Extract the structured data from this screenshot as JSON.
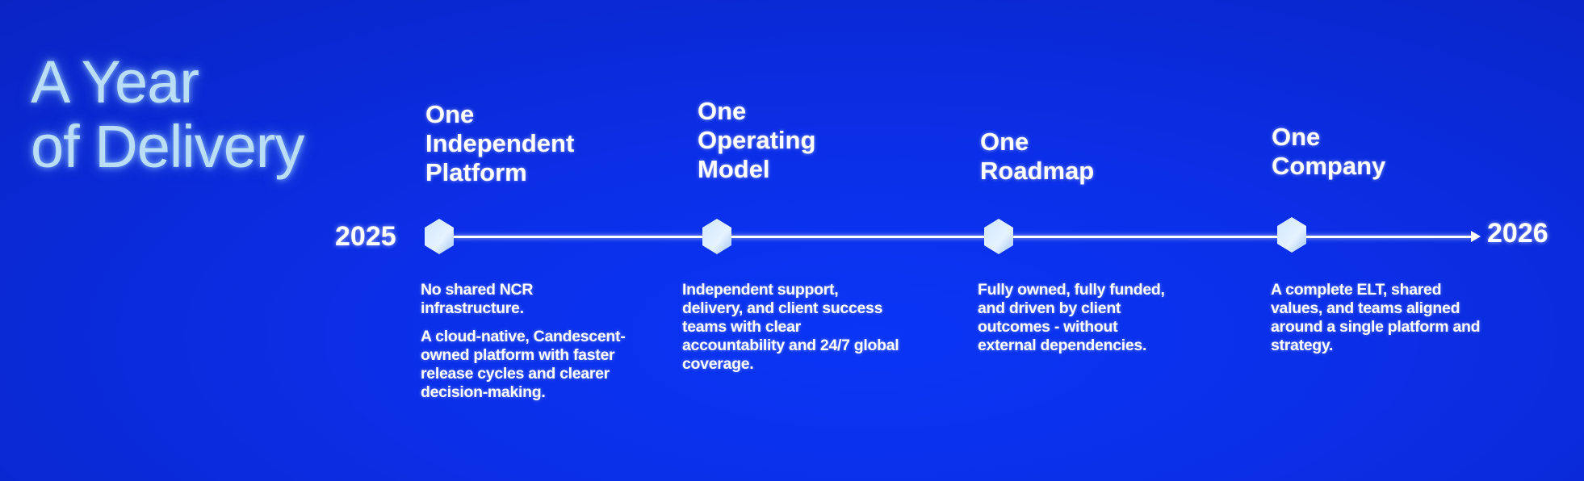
{
  "title": {
    "line1": "A Year",
    "line2": "of Delivery"
  },
  "timeline": {
    "start_year": "2025",
    "end_year": "2026"
  },
  "stages": [
    {
      "title": [
        "One",
        "Independent",
        "Platform"
      ],
      "description": [
        "No shared NCR infrastructure.",
        "A cloud-native, Candescent-owned platform with faster release cycles and clearer decision-making."
      ]
    },
    {
      "title": [
        "One",
        "Operating",
        "Model"
      ],
      "description": [
        "Independent support, delivery, and client success teams with clear accountability and 24/7 global coverage."
      ]
    },
    {
      "title": [
        "One",
        "Roadmap"
      ],
      "description": [
        "Fully owned, fully funded, and driven by client outcomes - without external dependencies."
      ]
    },
    {
      "title": [
        "One",
        "Company"
      ],
      "description": [
        "A complete ELT, shared values, and teams aligned around a single platform and strategy."
      ]
    }
  ]
}
